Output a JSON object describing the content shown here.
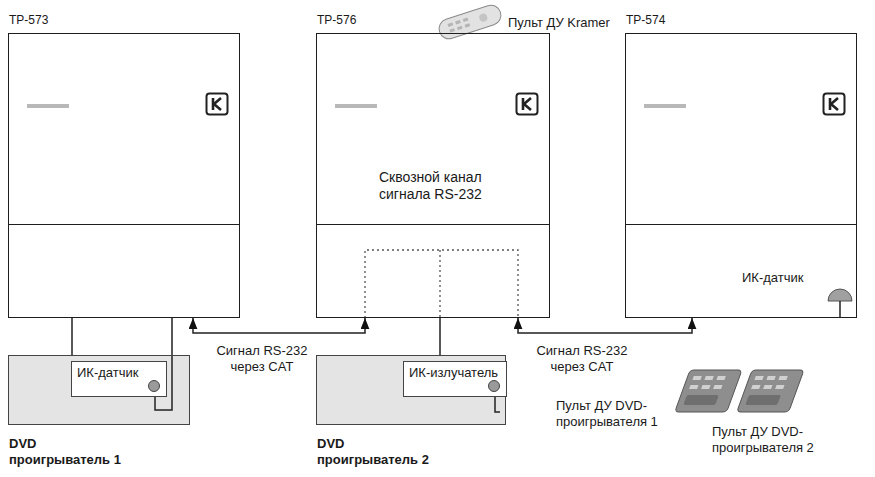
{
  "diagram": {
    "nodes": [
      {
        "text": [
          "TP-573"
        ]
      },
      {
        "text": [
          "TP-576",
          "Сквозной канал сигнала RS-232"
        ]
      },
      {
        "text": [
          "TP-574"
        ]
      },
      {
        "text": [
          "DVD проигрыватель 1"
        ]
      },
      {
        "text": [
          "ИК-датчик"
        ],
        "in": 3
      },
      {
        "text": [
          "DVD проигрыватель 2"
        ]
      },
      {
        "text": [
          "ИК-излучатель"
        ],
        "in": 5
      }
    ],
    "edges": [
      {
        "from": 0,
        "to": 1,
        "arrow": "both",
        "label": "Сигнал RS-232 через CAT"
      },
      {
        "from": 1,
        "to": 2,
        "arrow": "both",
        "label": "Сигнал RS-232 через CAT"
      },
      {
        "from": 0,
        "to": 3,
        "arrow": "none"
      },
      {
        "from": 0,
        "to": 4,
        "arrow": "none"
      },
      {
        "from": 1,
        "to": 5,
        "arrow": "none"
      }
    ],
    "labels": [
      "Пульт ДУ Kramer",
      "ИК-датчик",
      "Пульт ДУ DVD-проигрывателя 1",
      "Пульт ДУ DVD-проигрывателя 2"
    ]
  }
}
